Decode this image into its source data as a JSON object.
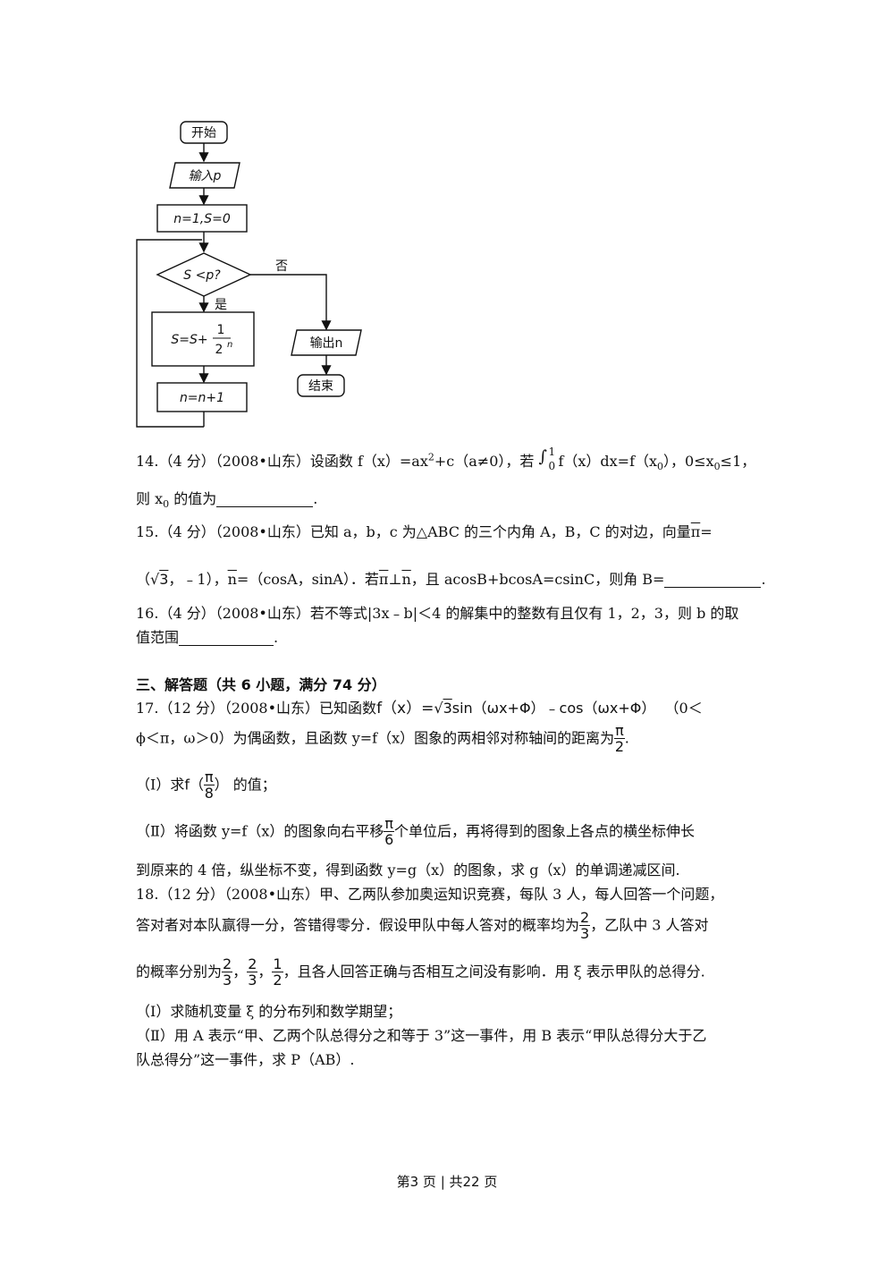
{
  "flowchart": {
    "start": "开始",
    "input": "输入p",
    "init": "n=1,S=0",
    "condition": "S <p?",
    "no": "否",
    "yes": "是",
    "update": "S=S+",
    "update_num": "1",
    "update_den": "2",
    "update_exp": "n",
    "increment": "n=n+1",
    "output": "输出n",
    "end": "结束"
  },
  "q14": {
    "line1_a": "14.（4 分）（2008•山东）设函数 f（x）=ax",
    "sup2": "2",
    "line1_b": "+c（a≠0），若",
    "int_sym": "∫",
    "int_upper": "1",
    "int_lower": "0",
    "line1_c": "f（x）dx=f（x",
    "sub0": "0",
    "line1_d": "），0≤x",
    "sub0b": "0",
    "line1_e": "≤1，",
    "line2_a": "则 x",
    "sub0c": "0",
    "line2_b": " 的值为",
    "line2_end": "."
  },
  "q15": {
    "line1": "15.（4 分）（2008•山东）已知 a，b，c 为△ABC 的三个内角 A，B，C 的对边，向量",
    "vec_m": "π",
    "line1_end": "=",
    "line2_a": "（",
    "sqrt_sym": "√",
    "sqrt_arg": "3",
    "line2_b": "，﹣1），",
    "vec_n": "n",
    "line2_c": "=（cosA，sinA）．若",
    "vec_m2": "π",
    "perp": "⊥",
    "vec_n2": "n",
    "line2_d": "，且 acosB+bcosA=csinC，则角 B=",
    "line2_end": "."
  },
  "q16": {
    "line1": "16.（4 分）（2008•山东）若不等式|3x﹣b|＜4 的解集中的整数有且仅有 1，2，3，则 b 的取",
    "line2": "值范围",
    "line2_end": "."
  },
  "section3": {
    "title": "三、解答题（共 6 小题，满分 74 分）"
  },
  "q17": {
    "line1_a": "17.（12 分）（2008•山东）已知函数",
    "func_a": "f（x）=",
    "sqrt_sym": "√",
    "sqrt_arg": "3",
    "func_b": "sin（ωx+Φ）﹣cos（ωx+Φ）",
    "line1_end": "（0＜",
    "line2_a": "ϕ＜π，ω＞0）为偶函数，且函数 y=f（x）图象的两相邻对称轴间的距离为",
    "frac_num": "π",
    "frac_den": "2",
    "line2_end": ".",
    "p1_a": "（Ⅰ）求",
    "p1_f": "f（",
    "p1_num": "π",
    "p1_den": "8",
    "p1_close": "）",
    "p1_b": "的值；",
    "p2_a": "（Ⅱ）将函数 y=f（x）的图象向右平移",
    "p2_num": "π",
    "p2_den": "6",
    "p2_b": "个单位后，再将得到的图象上各点的横坐标伸长",
    "p2_line2": "到原来的 4 倍，纵坐标不变，得到函数 y=g（x）的图象，求 g（x）的单调递减区间."
  },
  "q18": {
    "line1": "18.（12 分）（2008•山东）甲、乙两队参加奥运知识竞赛，每队 3 人，每人回答一个问题，",
    "line2_a": "答对者对本队赢得一分，答错得零分．假设甲队中每人答对的概率均为",
    "f1_num": "2",
    "f1_den": "3",
    "line2_b": "，乙队中 3 人答对",
    "line3_a": "的概率分别为",
    "f2_num": "2",
    "f2_den": "3",
    "sep1": "，",
    "f3_num": "2",
    "f3_den": "3",
    "sep2": "，",
    "f4_num": "1",
    "f4_den": "2",
    "line3_b": "，且各人回答正确与否相互之间没有影响．用 ξ 表示甲队的总得分.",
    "p1": "（Ⅰ）求随机变量 ξ 的分布列和数学期望；",
    "p2_line1": "（Ⅱ）用 A 表示“甲、乙两个队总得分之和等于 3”这一事件，用 B 表示“甲队总得分大于乙",
    "p2_line2": "队总得分”这一事件，求 P（AB）."
  },
  "footer": {
    "text": "第3 页 | 共22 页"
  }
}
